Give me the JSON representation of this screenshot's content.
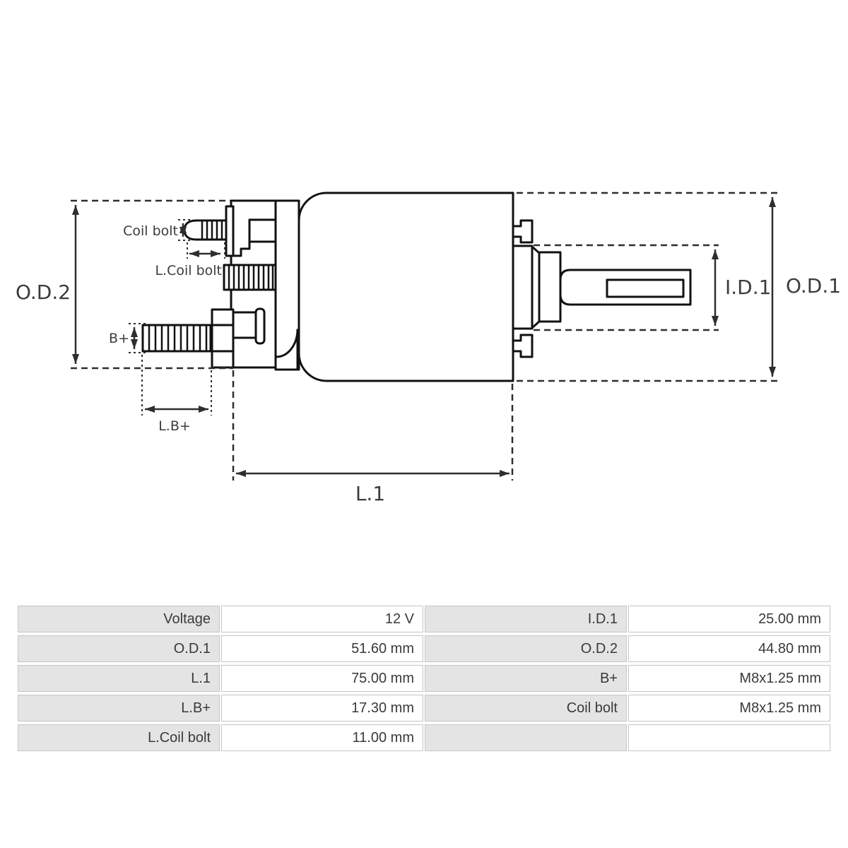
{
  "drawing": {
    "labels": {
      "od2": "O.D.2",
      "coil_bolt": "Coil bolt",
      "l_coil_bolt": "L.Coil bolt",
      "b_plus": "B+",
      "l_b_plus": "L.B+",
      "l1": "L.1",
      "id1": "I.D.1",
      "od1": "O.D.1"
    },
    "colors": {
      "line": "#111111",
      "dimension": "#2e2e2e",
      "label": "#3c3c3c"
    }
  },
  "table": {
    "rows": [
      {
        "c0": "Voltage",
        "c1": "12 V",
        "c2": "I.D.1",
        "c3": "25.00 mm"
      },
      {
        "c0": "O.D.1",
        "c1": "51.60 mm",
        "c2": "O.D.2",
        "c3": "44.80 mm"
      },
      {
        "c0": "L.1",
        "c1": "75.00 mm",
        "c2": "B+",
        "c3": "M8x1.25 mm"
      },
      {
        "c0": "L.B+",
        "c1": "17.30 mm",
        "c2": "Coil bolt",
        "c3": "M8x1.25 mm"
      },
      {
        "c0": "L.Coil bolt",
        "c1": "11.00 mm",
        "c2": "",
        "c3": ""
      }
    ]
  }
}
